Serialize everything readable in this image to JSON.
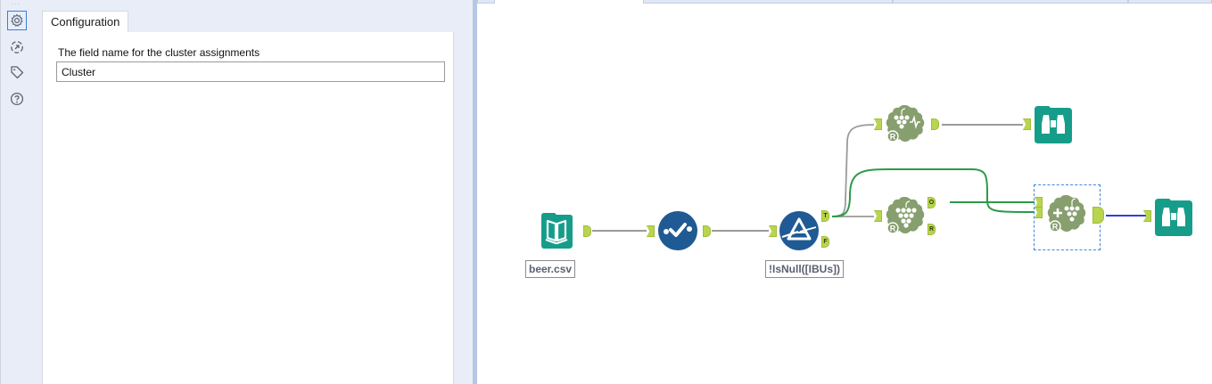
{
  "rail": {
    "items": [
      {
        "id": "configuration",
        "icon": "gear-icon",
        "active": true
      },
      {
        "id": "annotation",
        "icon": "circle-arrow-icon",
        "active": false
      },
      {
        "id": "tags",
        "icon": "tag-icon",
        "active": false
      },
      {
        "id": "help",
        "icon": "question-icon",
        "active": false
      }
    ]
  },
  "config": {
    "tab_label": "Configuration",
    "field_label": "The field name for the cluster assignments",
    "field_value": "Cluster"
  },
  "canvas": {
    "tools": [
      {
        "id": "input",
        "type": "Input Data",
        "icon": "book-icon",
        "color": "#169d8a",
        "annotation": "beer.csv"
      },
      {
        "id": "select",
        "type": "Select",
        "icon": "checkmark-icon",
        "color": "#1f5a94"
      },
      {
        "id": "filter",
        "type": "Filter",
        "icon": "filter-prism-icon",
        "color": "#1f5a94",
        "annotation": "!IsNull([IBUs])",
        "outputs": [
          "T",
          "F"
        ]
      },
      {
        "id": "kcentroids-diag",
        "type": "K-Centroids Diagnostics",
        "icon": "grapes-pulse-icon",
        "color": "#879e6e"
      },
      {
        "id": "kcentroids",
        "type": "K-Centroids Cluster Analysis",
        "icon": "grapes-icon",
        "color": "#879e6e",
        "outputs": [
          "O",
          "R"
        ]
      },
      {
        "id": "append-cluster",
        "type": "Append Cluster",
        "icon": "grapes-plus-icon",
        "color": "#879e6e",
        "selected": true
      },
      {
        "id": "browse-1",
        "type": "Browse",
        "icon": "binoculars-icon",
        "color": "#169d8a"
      },
      {
        "id": "browse-2",
        "type": "Browse",
        "icon": "binoculars-icon",
        "color": "#169d8a"
      }
    ],
    "anchor_labels": {
      "true": "T",
      "false": "F",
      "object": "O",
      "report": "R"
    },
    "colors": {
      "wire_default": "#999999",
      "wire_green": "#2d9a48",
      "wire_selected": "#2f3fd8",
      "anchor": "#b9d54f"
    }
  }
}
